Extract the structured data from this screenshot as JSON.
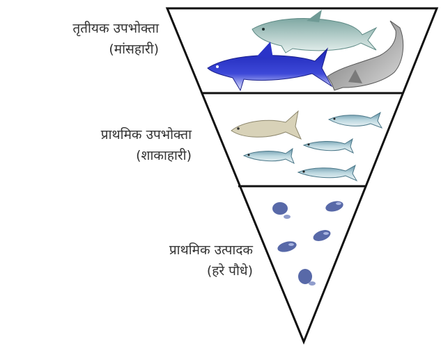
{
  "levels": [
    {
      "title": "तृतीयक उपभोक्ता",
      "subtitle": "(मांसहारी)",
      "organisms": "large predatory fish"
    },
    {
      "title": "प्राथमिक उपभोक्ता",
      "subtitle": "(शाकाहारी)",
      "organisms": "small fish"
    },
    {
      "title": "प्राथमिक उत्पादक",
      "subtitle": "(हरे पौधे)",
      "organisms": "plankton"
    }
  ],
  "colors": {
    "outline": "#111111",
    "label_text": "#333333",
    "shark_blue": "#2a33c8",
    "dolphin": "#8fb6b0",
    "grey_shark": "#8a8a8a",
    "small_fish": "#9fc3cf",
    "plankton": "#3b4f9a"
  }
}
